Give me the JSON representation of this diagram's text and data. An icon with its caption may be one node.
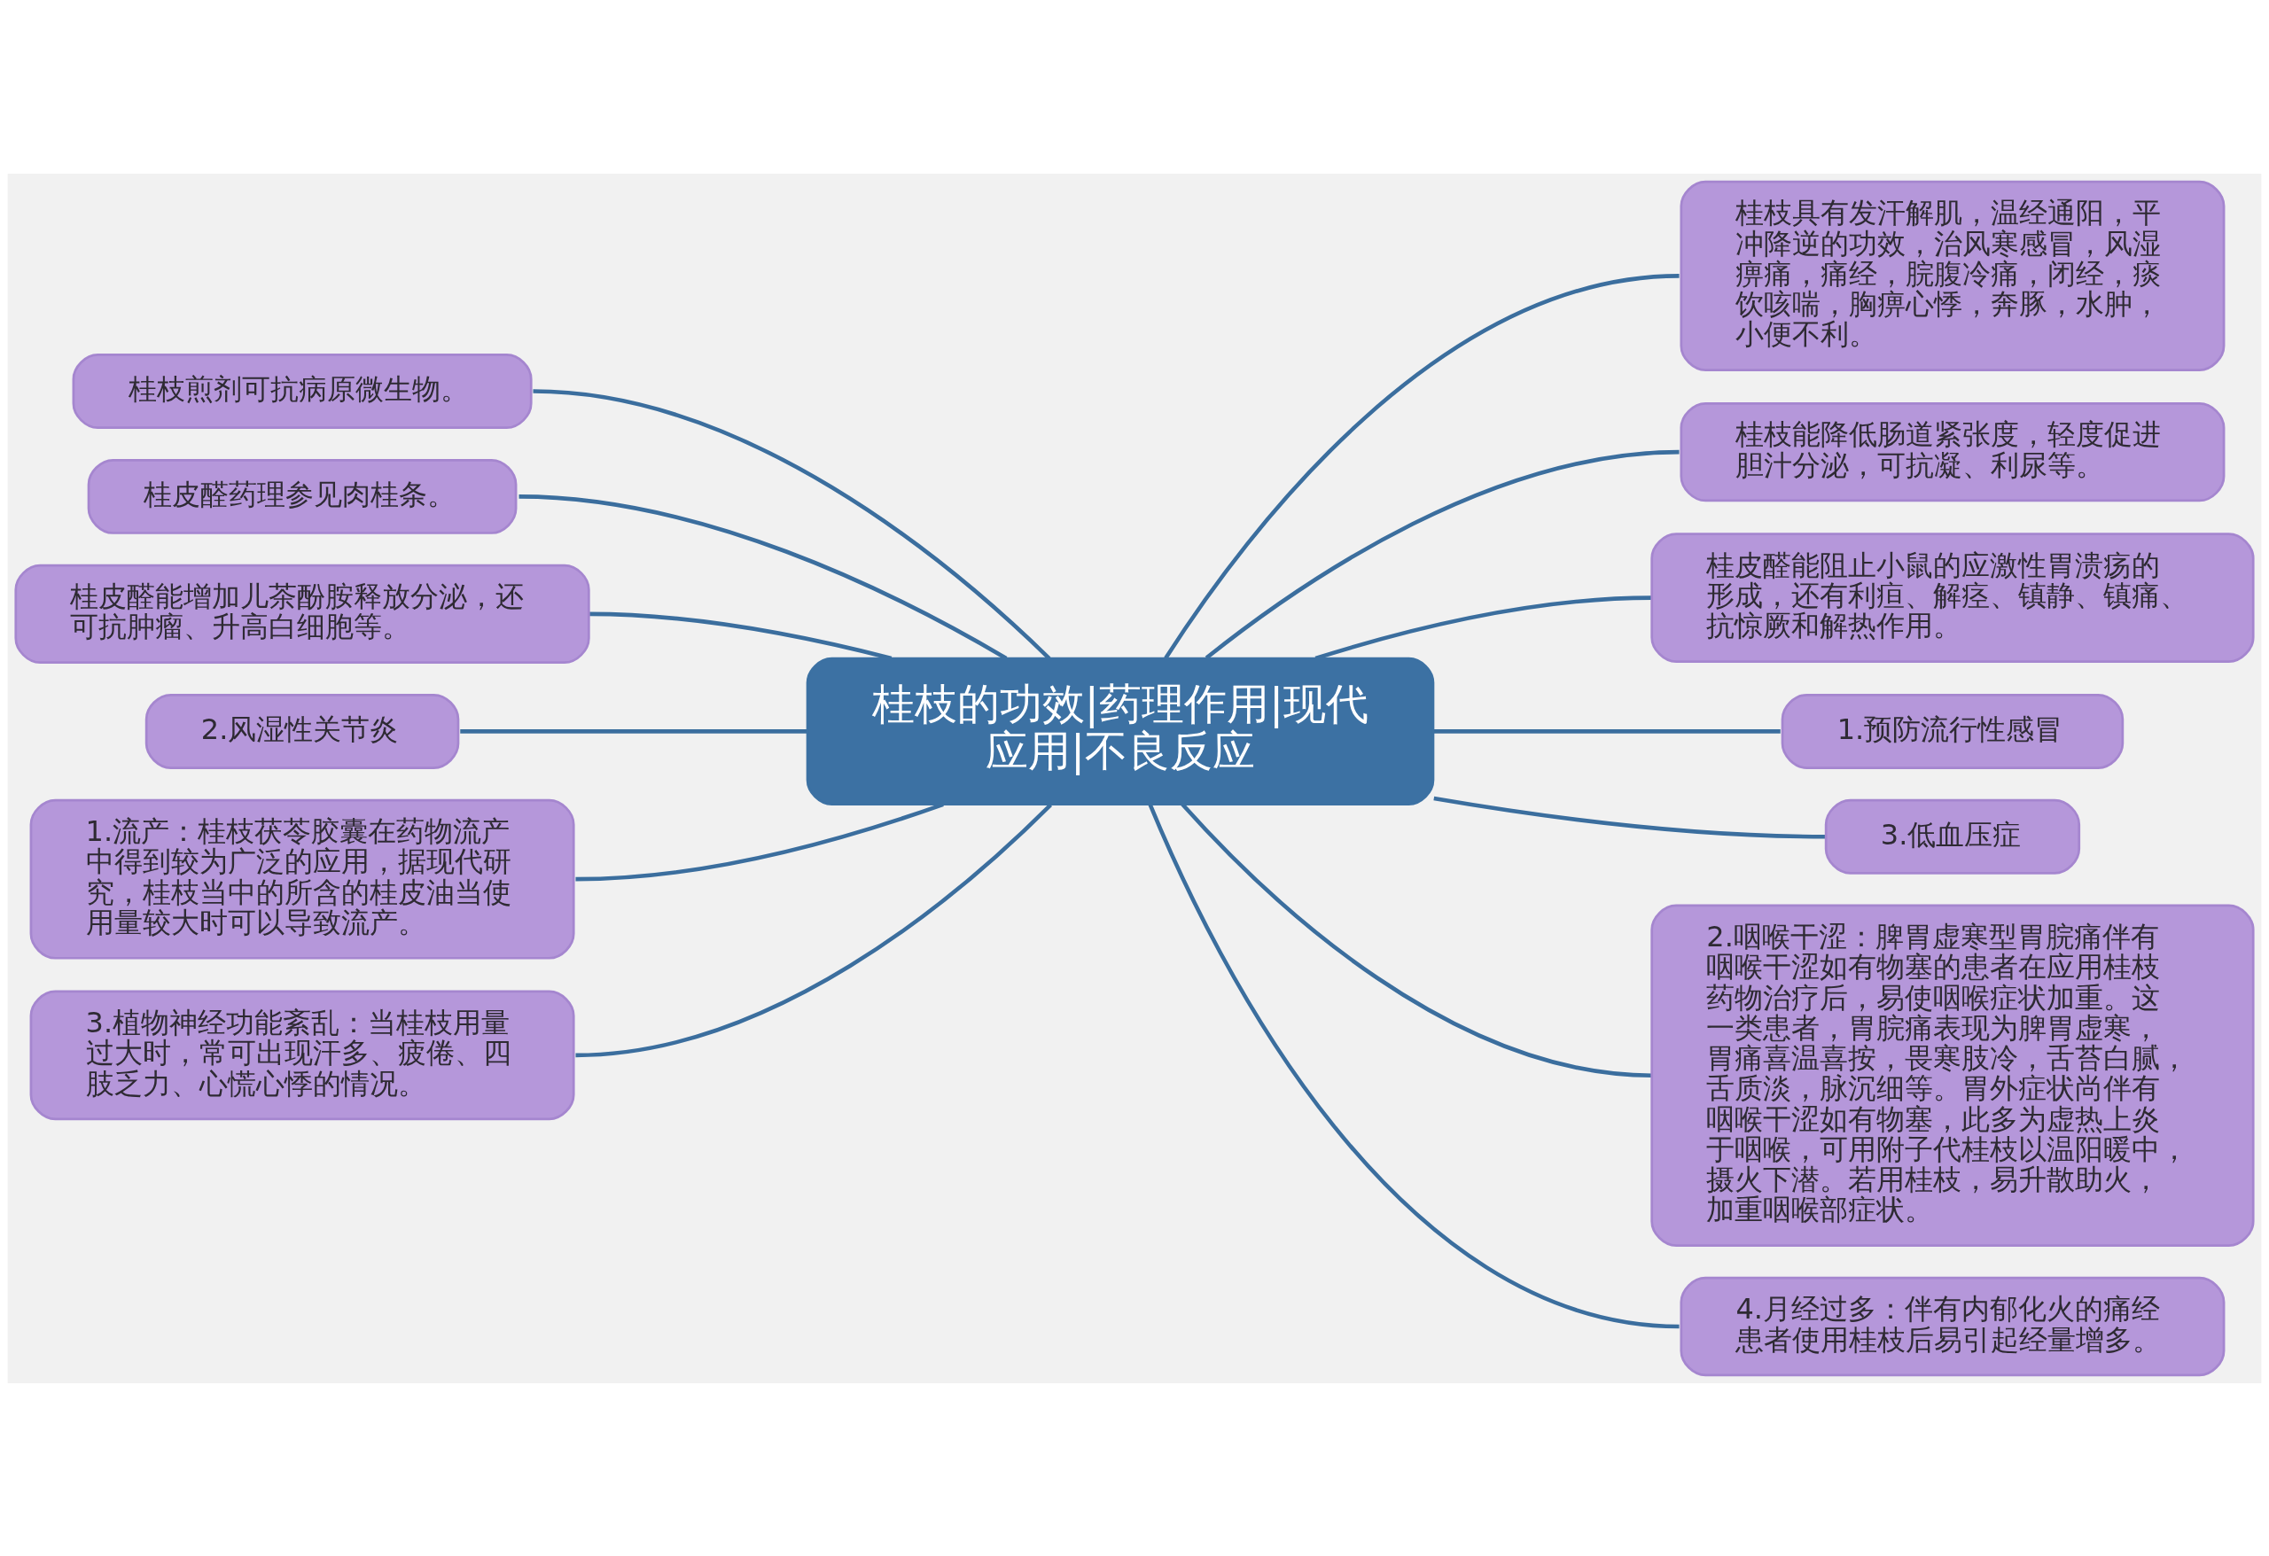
{
  "diagram": {
    "nodes": [
      {
        "text": [
          "桂枝的功效|药理作用|现代应用|不良反应"
        ]
      },
      {
        "text": [
          "桂枝具有发汗解肌，温经通阳，平冲降逆的功效，治风寒感冒，风湿痹痛，痛经，脘腹冷痛，闭经，痰饮咳喘，胸痹心悸，奔豚，水肿，小便不利。"
        ]
      },
      {
        "text": [
          "桂枝能降低肠道紧张度，轻度促进胆汁分泌，可抗凝、利尿等。"
        ]
      },
      {
        "text": [
          "桂皮醛能阻止小鼠的应激性胃溃疡的形成，还有利疸、解痉、镇静、镇痛、抗惊厥和解热作用。"
        ]
      },
      {
        "text": [
          "1.预防流行性感冒"
        ]
      },
      {
        "text": [
          "3.低血压症"
        ]
      },
      {
        "text": [
          "2.咽喉干涩：脾胃虚寒型胃脘痛伴有咽喉干涩如有物塞的患者在应用桂枝药物治疗后，易使咽喉症状加重。这一类患者，胃脘痛表现为脾胃虚寒，胃痛喜温喜按，畏寒肢冷，舌苔白腻，舌质淡，脉沉细等。胃外症状尚伴有咽喉干涩如有物塞，此多为虚热上炎于咽喉，可用附子代桂枝以温阳暖中，摄火下潜。若用桂枝，易升散助火，加重咽喉部症状。"
        ]
      },
      {
        "text": [
          "4.月经过多：伴有内郁化火的痛经患者使用桂枝后易引起经量增多。"
        ]
      },
      {
        "text": [
          "桂枝煎剂可抗病原微生物。"
        ]
      },
      {
        "text": [
          "桂皮醛药理参见肉桂条。"
        ]
      },
      {
        "text": [
          "桂皮醛能增加儿茶酚胺释放分泌，还可抗肿瘤、升高白细胞等。"
        ]
      },
      {
        "text": [
          "2.风湿性关节炎"
        ]
      },
      {
        "text": [
          "1.流产：桂枝茯苓胶囊在药物流产中得到较为广泛的应用，据现代研究，桂枝当中的所含的桂皮油当使用量较大时可以导致流产。"
        ]
      },
      {
        "text": [
          "3.植物神经功能紊乱：当桂枝用量过大时，常可出现汗多、疲倦、四肢乏力、心慌心悸的情况。"
        ]
      }
    ],
    "edges": [
      {
        "from": 0,
        "to": 1,
        "arrow": "none"
      },
      {
        "from": 0,
        "to": 2,
        "arrow": "none"
      },
      {
        "from": 0,
        "to": 3,
        "arrow": "none"
      },
      {
        "from": 0,
        "to": 4,
        "arrow": "none"
      },
      {
        "from": 0,
        "to": 5,
        "arrow": "none"
      },
      {
        "from": 0,
        "to": 6,
        "arrow": "none"
      },
      {
        "from": 0,
        "to": 7,
        "arrow": "none"
      },
      {
        "from": 0,
        "to": 8,
        "arrow": "none"
      },
      {
        "from": 0,
        "to": 9,
        "arrow": "none"
      },
      {
        "from": 0,
        "to": 10,
        "arrow": "none"
      },
      {
        "from": 0,
        "to": 11,
        "arrow": "none"
      },
      {
        "from": 0,
        "to": 12,
        "arrow": "none"
      },
      {
        "from": 0,
        "to": 13,
        "arrow": "none"
      }
    ]
  }
}
